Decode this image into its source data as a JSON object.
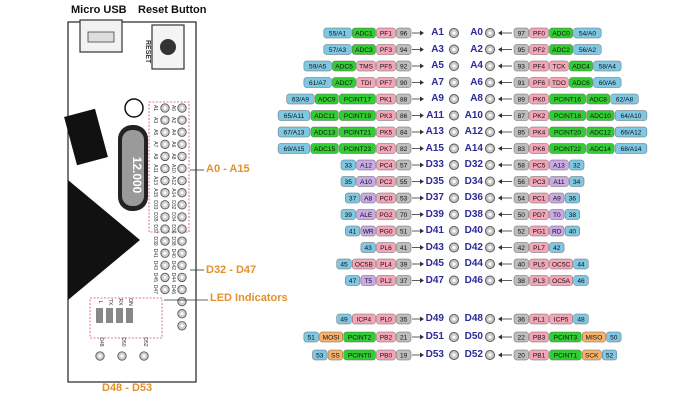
{
  "labels": {
    "micro_usb": "Micro USB",
    "reset_button": "Reset Button",
    "a0_a15": "A0 - A15",
    "d32_d47": "D32 - D47",
    "led_indicators": "LED Indicators",
    "d48_d53": "D48 - D53"
  },
  "board": {
    "reset_silk": "RESET",
    "crystal": "12.000",
    "header_left": [
      "A1",
      "A3",
      "A5",
      "A7",
      "A9",
      "A11",
      "A13",
      "A15",
      "D33",
      "D35",
      "D37",
      "D39",
      "D41",
      "D43",
      "D45",
      "D47",
      "D49",
      "D51",
      "D53"
    ],
    "header_right": [
      "A0",
      "A2",
      "A4",
      "A6",
      "A8",
      "A10",
      "A12",
      "A14",
      "D32",
      "D34",
      "D36",
      "D38",
      "D40",
      "D42",
      "D44",
      "D46",
      "D48",
      "D50",
      "D52"
    ],
    "led_silk": [
      "L",
      "TX",
      "RX",
      "ON"
    ],
    "bottom_silk": [
      "D48",
      "D50",
      "D52"
    ]
  },
  "colors": {
    "blue": "#7ec8e3",
    "green": "#32cd32",
    "pink": "#f4a6b8",
    "gray": "#bdbdbd",
    "purple": "#c9a9e6",
    "orange": "#f6b26b",
    "yellow": "#f7e463",
    "pin_label": "#2e2a9a",
    "accent": "#e2912e"
  },
  "left_rows": [
    {
      "name": "A1",
      "chips": [
        {
          "t": "55/A1",
          "c": "blue"
        },
        {
          "t": "ADC1",
          "c": "green"
        },
        {
          "t": "PF1",
          "c": "pink"
        },
        {
          "t": "96",
          "c": "gray"
        }
      ]
    },
    {
      "name": "A3",
      "chips": [
        {
          "t": "57/A3",
          "c": "blue"
        },
        {
          "t": "ADC3",
          "c": "green"
        },
        {
          "t": "PF3",
          "c": "pink"
        },
        {
          "t": "94",
          "c": "gray"
        }
      ]
    },
    {
      "name": "A5",
      "chips": [
        {
          "t": "59/A5",
          "c": "blue"
        },
        {
          "t": "ADC5",
          "c": "green"
        },
        {
          "t": "TMS",
          "c": "pink"
        },
        {
          "t": "PF5",
          "c": "pink"
        },
        {
          "t": "92",
          "c": "gray"
        }
      ]
    },
    {
      "name": "A7",
      "chips": [
        {
          "t": "61/A7",
          "c": "blue"
        },
        {
          "t": "ADC7",
          "c": "green"
        },
        {
          "t": "TDI",
          "c": "pink"
        },
        {
          "t": "PF7",
          "c": "pink"
        },
        {
          "t": "90",
          "c": "gray"
        }
      ]
    },
    {
      "name": "A9",
      "chips": [
        {
          "t": "63/A9",
          "c": "blue"
        },
        {
          "t": "ADC9",
          "c": "green"
        },
        {
          "t": "PCINT17",
          "c": "green"
        },
        {
          "t": "PK1",
          "c": "pink"
        },
        {
          "t": "88",
          "c": "gray"
        }
      ]
    },
    {
      "name": "A11",
      "chips": [
        {
          "t": "65/A11",
          "c": "blue"
        },
        {
          "t": "ADC11",
          "c": "green"
        },
        {
          "t": "PCINT19",
          "c": "green"
        },
        {
          "t": "PK3",
          "c": "pink"
        },
        {
          "t": "86",
          "c": "gray"
        }
      ]
    },
    {
      "name": "A13",
      "chips": [
        {
          "t": "67/A13",
          "c": "blue"
        },
        {
          "t": "ADC13",
          "c": "green"
        },
        {
          "t": "PCINT21",
          "c": "green"
        },
        {
          "t": "PK5",
          "c": "pink"
        },
        {
          "t": "84",
          "c": "gray"
        }
      ]
    },
    {
      "name": "A15",
      "chips": [
        {
          "t": "69/A15",
          "c": "blue"
        },
        {
          "t": "ADC15",
          "c": "green"
        },
        {
          "t": "PCINT23",
          "c": "green"
        },
        {
          "t": "PK7",
          "c": "pink"
        },
        {
          "t": "82",
          "c": "gray"
        }
      ]
    },
    {
      "name": "D33",
      "chips": [
        {
          "t": "33",
          "c": "blue"
        },
        {
          "t": "A12",
          "c": "purple"
        },
        {
          "t": "PC4",
          "c": "pink"
        },
        {
          "t": "57",
          "c": "gray"
        }
      ]
    },
    {
      "name": "D35",
      "chips": [
        {
          "t": "35",
          "c": "blue"
        },
        {
          "t": "A10",
          "c": "purple"
        },
        {
          "t": "PC2",
          "c": "pink"
        },
        {
          "t": "55",
          "c": "gray"
        }
      ]
    },
    {
      "name": "D37",
      "chips": [
        {
          "t": "37",
          "c": "blue"
        },
        {
          "t": "A8",
          "c": "purple"
        },
        {
          "t": "PC0",
          "c": "pink"
        },
        {
          "t": "53",
          "c": "gray"
        }
      ]
    },
    {
      "name": "D39",
      "chips": [
        {
          "t": "39",
          "c": "blue"
        },
        {
          "t": "ALE",
          "c": "purple"
        },
        {
          "t": "PG2",
          "c": "pink"
        },
        {
          "t": "70",
          "c": "gray"
        }
      ]
    },
    {
      "name": "D41",
      "chips": [
        {
          "t": "41",
          "c": "blue"
        },
        {
          "t": "WR",
          "c": "purple"
        },
        {
          "t": "PG0",
          "c": "pink"
        },
        {
          "t": "51",
          "c": "gray"
        }
      ]
    },
    {
      "name": "D43",
      "chips": [
        {
          "t": "43",
          "c": "blue"
        },
        {
          "t": "PL6",
          "c": "pink"
        },
        {
          "t": "41",
          "c": "gray"
        }
      ]
    },
    {
      "name": "D45",
      "chips": [
        {
          "t": "45",
          "c": "blue"
        },
        {
          "t": "OC5B",
          "c": "pink"
        },
        {
          "t": "PL4",
          "c": "pink"
        },
        {
          "t": "39",
          "c": "gray"
        }
      ]
    },
    {
      "name": "D47",
      "chips": [
        {
          "t": "47",
          "c": "blue"
        },
        {
          "t": "T5",
          "c": "purple"
        },
        {
          "t": "PL2",
          "c": "pink"
        },
        {
          "t": "37",
          "c": "gray"
        }
      ]
    },
    {
      "name": "D49",
      "chips": [
        {
          "t": "49",
          "c": "blue"
        },
        {
          "t": "ICP4",
          "c": "pink"
        },
        {
          "t": "PL0",
          "c": "pink"
        },
        {
          "t": "35",
          "c": "gray"
        }
      ]
    },
    {
      "name": "D51",
      "chips": [
        {
          "t": "51",
          "c": "blue"
        },
        {
          "t": "MOSI",
          "c": "orange"
        },
        {
          "t": "PCINT2",
          "c": "green"
        },
        {
          "t": "PB2",
          "c": "pink"
        },
        {
          "t": "21",
          "c": "gray"
        }
      ]
    },
    {
      "name": "D53",
      "chips": [
        {
          "t": "53",
          "c": "blue"
        },
        {
          "t": "SS",
          "c": "orange"
        },
        {
          "t": "PCINT0",
          "c": "green"
        },
        {
          "t": "PB0",
          "c": "pink"
        },
        {
          "t": "19",
          "c": "gray"
        }
      ]
    }
  ],
  "right_rows": [
    {
      "name": "A0",
      "chips": [
        {
          "t": "97",
          "c": "gray"
        },
        {
          "t": "PF0",
          "c": "pink"
        },
        {
          "t": "ADC0",
          "c": "green"
        },
        {
          "t": "54/A0",
          "c": "blue"
        }
      ]
    },
    {
      "name": "A2",
      "chips": [
        {
          "t": "95",
          "c": "gray"
        },
        {
          "t": "PF2",
          "c": "pink"
        },
        {
          "t": "ADC2",
          "c": "green"
        },
        {
          "t": "56/A2",
          "c": "blue"
        }
      ]
    },
    {
      "name": "A4",
      "chips": [
        {
          "t": "93",
          "c": "gray"
        },
        {
          "t": "PF4",
          "c": "pink"
        },
        {
          "t": "TCK",
          "c": "pink"
        },
        {
          "t": "ADC4",
          "c": "green"
        },
        {
          "t": "58/A4",
          "c": "blue"
        }
      ]
    },
    {
      "name": "A6",
      "chips": [
        {
          "t": "91",
          "c": "gray"
        },
        {
          "t": "PF6",
          "c": "pink"
        },
        {
          "t": "TDO",
          "c": "pink"
        },
        {
          "t": "ADC6",
          "c": "green"
        },
        {
          "t": "60/A6",
          "c": "blue"
        }
      ]
    },
    {
      "name": "A8",
      "chips": [
        {
          "t": "89",
          "c": "gray"
        },
        {
          "t": "PK0",
          "c": "pink"
        },
        {
          "t": "PCINT16",
          "c": "green"
        },
        {
          "t": "ADC8",
          "c": "green"
        },
        {
          "t": "62/A8",
          "c": "blue"
        }
      ]
    },
    {
      "name": "A10",
      "chips": [
        {
          "t": "87",
          "c": "gray"
        },
        {
          "t": "PK2",
          "c": "pink"
        },
        {
          "t": "PCINT18",
          "c": "green"
        },
        {
          "t": "ADC10",
          "c": "green"
        },
        {
          "t": "64/A10",
          "c": "blue"
        }
      ]
    },
    {
      "name": "A12",
      "chips": [
        {
          "t": "85",
          "c": "gray"
        },
        {
          "t": "PK4",
          "c": "pink"
        },
        {
          "t": "PCINT20",
          "c": "green"
        },
        {
          "t": "ADC12",
          "c": "green"
        },
        {
          "t": "66/A12",
          "c": "blue"
        }
      ]
    },
    {
      "name": "A14",
      "chips": [
        {
          "t": "83",
          "c": "gray"
        },
        {
          "t": "PK6",
          "c": "pink"
        },
        {
          "t": "PCINT22",
          "c": "green"
        },
        {
          "t": "ADC14",
          "c": "green"
        },
        {
          "t": "68/A14",
          "c": "blue"
        }
      ]
    },
    {
      "name": "D32",
      "chips": [
        {
          "t": "58",
          "c": "gray"
        },
        {
          "t": "PC5",
          "c": "pink"
        },
        {
          "t": "A13",
          "c": "purple"
        },
        {
          "t": "32",
          "c": "blue"
        }
      ]
    },
    {
      "name": "D34",
      "chips": [
        {
          "t": "56",
          "c": "gray"
        },
        {
          "t": "PC3",
          "c": "pink"
        },
        {
          "t": "A11",
          "c": "purple"
        },
        {
          "t": "34",
          "c": "blue"
        }
      ]
    },
    {
      "name": "D36",
      "chips": [
        {
          "t": "54",
          "c": "gray"
        },
        {
          "t": "PC1",
          "c": "pink"
        },
        {
          "t": "A9",
          "c": "purple"
        },
        {
          "t": "36",
          "c": "blue"
        }
      ]
    },
    {
      "name": "D38",
      "chips": [
        {
          "t": "50",
          "c": "gray"
        },
        {
          "t": "PD7",
          "c": "pink"
        },
        {
          "t": "T0",
          "c": "purple"
        },
        {
          "t": "38",
          "c": "blue"
        }
      ]
    },
    {
      "name": "D40",
      "chips": [
        {
          "t": "52",
          "c": "gray"
        },
        {
          "t": "PG1",
          "c": "pink"
        },
        {
          "t": "RD",
          "c": "purple"
        },
        {
          "t": "40",
          "c": "blue"
        }
      ]
    },
    {
      "name": "D42",
      "chips": [
        {
          "t": "42",
          "c": "gray"
        },
        {
          "t": "PL7",
          "c": "pink"
        },
        {
          "t": "42",
          "c": "blue"
        }
      ]
    },
    {
      "name": "D44",
      "chips": [
        {
          "t": "40",
          "c": "gray"
        },
        {
          "t": "PL5",
          "c": "pink"
        },
        {
          "t": "OC5C",
          "c": "pink"
        },
        {
          "t": "44",
          "c": "blue"
        }
      ]
    },
    {
      "name": "D46",
      "chips": [
        {
          "t": "38",
          "c": "gray"
        },
        {
          "t": "PL3",
          "c": "pink"
        },
        {
          "t": "OC5A",
          "c": "pink"
        },
        {
          "t": "46",
          "c": "blue"
        }
      ]
    },
    {
      "name": "D48",
      "chips": [
        {
          "t": "36",
          "c": "gray"
        },
        {
          "t": "PL1",
          "c": "pink"
        },
        {
          "t": "ICP5",
          "c": "pink"
        },
        {
          "t": "48",
          "c": "blue"
        }
      ]
    },
    {
      "name": "D50",
      "chips": [
        {
          "t": "22",
          "c": "gray"
        },
        {
          "t": "PB3",
          "c": "pink"
        },
        {
          "t": "PCINT3",
          "c": "green"
        },
        {
          "t": "MISO",
          "c": "orange"
        },
        {
          "t": "50",
          "c": "blue"
        }
      ]
    },
    {
      "name": "D52",
      "chips": [
        {
          "t": "20",
          "c": "gray"
        },
        {
          "t": "PB1",
          "c": "pink"
        },
        {
          "t": "PCINT1",
          "c": "green"
        },
        {
          "t": "SCK",
          "c": "orange"
        },
        {
          "t": "52",
          "c": "blue"
        }
      ]
    }
  ]
}
